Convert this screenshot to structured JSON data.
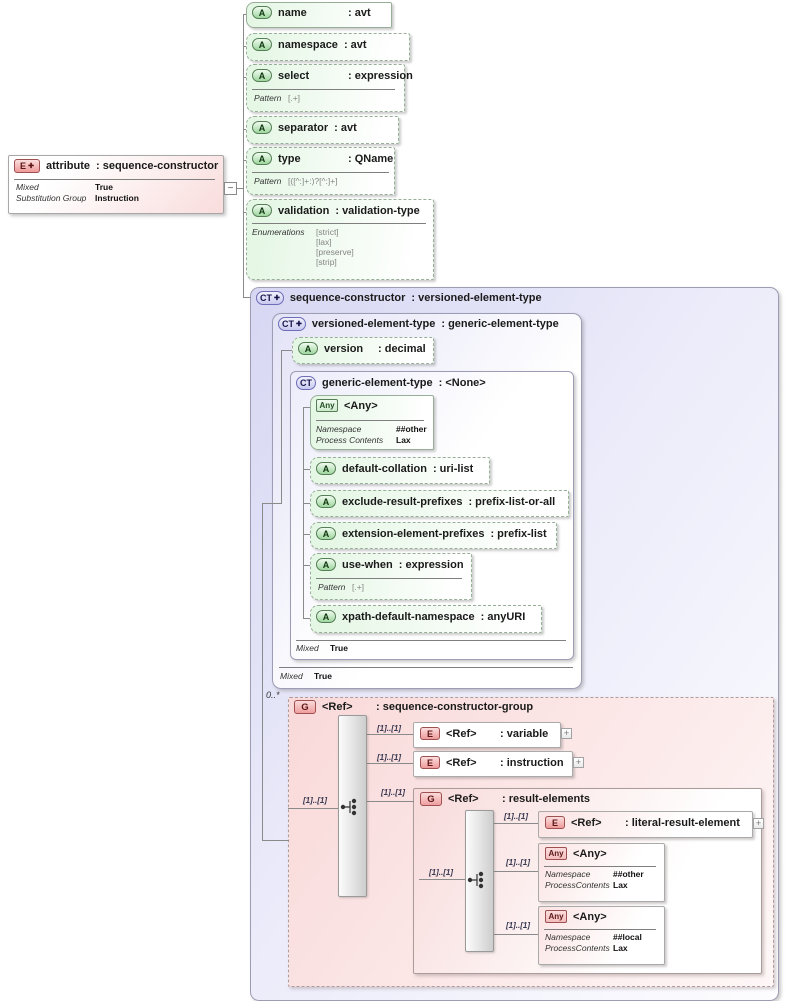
{
  "element_box": {
    "name": "attribute",
    "type": ": sequence-constructor",
    "rows": [
      {
        "label": "Mixed",
        "value": "True"
      },
      {
        "label": "Substitution Group",
        "value": "Instruction"
      }
    ]
  },
  "icons": {
    "attribute": "A",
    "element": "E",
    "complex_type": "CT",
    "group": "G",
    "any": "Any",
    "plus": "✚",
    "minus": "−",
    "expand": "+"
  },
  "attributes": [
    {
      "name": "name",
      "type": ": avt"
    },
    {
      "name": "namespace",
      "type": ": avt"
    },
    {
      "name": "select",
      "type": ": expression",
      "pattern_label": "Pattern",
      "pattern": "[.+]"
    },
    {
      "name": "separator",
      "type": ": avt"
    },
    {
      "name": "type",
      "type": ": QName",
      "pattern_label": "Pattern",
      "pattern": "[([^:]+:)?[^:]+]"
    },
    {
      "name": "validation",
      "type": ": validation-type",
      "enum_label": "Enumerations",
      "enums": [
        "[strict]",
        "[lax]",
        "[preserve]",
        "[strip]"
      ]
    }
  ],
  "complex_type": {
    "name": "sequence-constructor",
    "type": ": versioned-element-type",
    "versioned": {
      "name": "versioned-element-type",
      "type": ": generic-element-type",
      "version": {
        "name": "version",
        "type": ": decimal"
      },
      "mixed": {
        "label": "Mixed",
        "value": "True"
      },
      "generic": {
        "name": "generic-element-type",
        "type": ": <None>",
        "any": {
          "name": "<Any>",
          "rows": [
            {
              "label": "Namespace",
              "value": "##other"
            },
            {
              "label": "Process Contents",
              "value": "Lax"
            }
          ]
        },
        "attributes": [
          {
            "name": "default-collation",
            "type": ": uri-list"
          },
          {
            "name": "exclude-result-prefixes",
            "type": ": prefix-list-or-all"
          },
          {
            "name": "extension-element-prefixes",
            "type": ": prefix-list"
          },
          {
            "name": "use-when",
            "type": ": expression",
            "pattern_label": "Pattern",
            "pattern": "[.+]"
          },
          {
            "name": "xpath-default-namespace",
            "type": ": anyURI"
          }
        ],
        "mixed": {
          "label": "Mixed",
          "value": "True"
        }
      }
    },
    "group": {
      "occurs": "0..*",
      "ref": "<Ref>",
      "type": ": sequence-constructor-group",
      "card": "[1]..[1]",
      "variable": {
        "ref": "<Ref>",
        "type": ": variable",
        "card": "[1]..[1]"
      },
      "instruction": {
        "ref": "<Ref>",
        "type": ": instruction",
        "card": "[1]..[1]"
      },
      "result_elements": {
        "ref": "<Ref>",
        "type": ": result-elements",
        "card": "[1]..[1]",
        "inner_card": "[1]..[1]",
        "literal": {
          "ref": "<Ref>",
          "type": ": literal-result-element",
          "card": "[1]..[1]"
        },
        "any_other": {
          "name": "<Any>",
          "card": "[1]..[1]",
          "rows": [
            {
              "label": "Namespace",
              "value": "##other"
            },
            {
              "label": "ProcessContents",
              "value": "Lax"
            }
          ]
        },
        "any_local": {
          "name": "<Any>",
          "card": "[1]..[1]",
          "rows": [
            {
              "label": "Namespace",
              "value": "##local"
            },
            {
              "label": "ProcessContents",
              "value": "Lax"
            }
          ]
        }
      }
    }
  }
}
